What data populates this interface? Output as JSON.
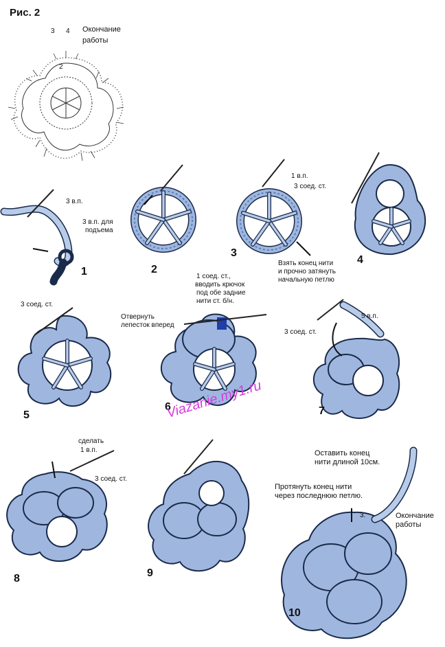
{
  "figure_title": "Рис. 2",
  "schema": {
    "label_3": "3",
    "label_4": "4",
    "label_2": "2",
    "end_line1": "Окончание",
    "end_line2": "работы"
  },
  "steps": [
    {
      "num": "1",
      "labels": [
        "3 в.п.",
        "3 в.п. для",
        "подъема"
      ]
    },
    {
      "num": "2",
      "labels": []
    },
    {
      "num": "3",
      "labels": [
        "1 в.п.",
        "3 соед. ст.",
        "Взять конец нити",
        "и прочно затянуть",
        "начальную петлю"
      ]
    },
    {
      "num": "4",
      "labels": []
    },
    {
      "num": "5",
      "labels": [
        "3 соед. ст."
      ]
    },
    {
      "num": "6",
      "labels": [
        "1 соед. ст.,",
        "вводить крючок",
        "под обе задние",
        "нити ст. б/н.",
        "Отвернуть",
        "лепесток вперед"
      ]
    },
    {
      "num": "7",
      "labels": [
        "5 в.п.",
        "3 соед. ст."
      ]
    },
    {
      "num": "8",
      "labels": [
        "сделать",
        "1 в.п.",
        "3 соед. ст."
      ]
    },
    {
      "num": "9",
      "labels": []
    },
    {
      "num": "10",
      "labels": [
        "Оставить конец",
        "нити длиной 10см.",
        "Протянуть конец нити",
        "через последнюю петлю.",
        "3.",
        "Окончание",
        "работы"
      ]
    }
  ],
  "watermark": "Viazanie.my1.ru",
  "colors": {
    "yarn": "#9fb7df",
    "outline": "#1a2a4a",
    "watermark": "#d43cdc"
  }
}
